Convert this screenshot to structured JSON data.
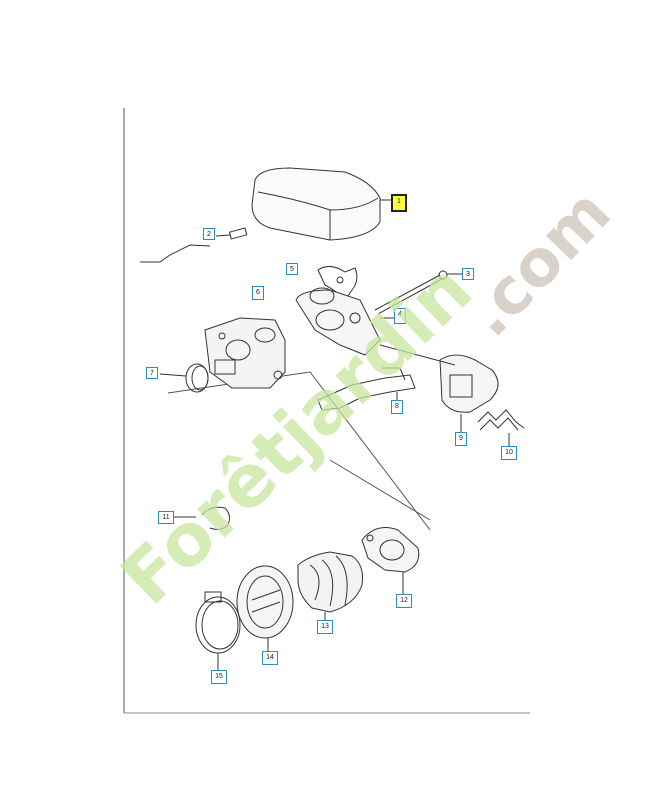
{
  "diagram": {
    "callouts": [
      {
        "id": "c1",
        "label": "1",
        "highlight": true
      },
      {
        "id": "c2",
        "label": "2"
      },
      {
        "id": "c3",
        "label": "3"
      },
      {
        "id": "c4",
        "label": "4"
      },
      {
        "id": "c5",
        "label": "5"
      },
      {
        "id": "c6",
        "label": "6"
      },
      {
        "id": "c7",
        "label": "7"
      },
      {
        "id": "c8",
        "label": "8"
      },
      {
        "id": "c9",
        "label": "9"
      },
      {
        "id": "c10",
        "label": "10"
      },
      {
        "id": "c11",
        "label": "11"
      },
      {
        "id": "c12",
        "label": "12"
      },
      {
        "id": "c13",
        "label": "13"
      },
      {
        "id": "c14",
        "label": "14"
      },
      {
        "id": "c15",
        "label": "15"
      }
    ]
  },
  "watermark": {
    "brand": "Forêtjardin",
    "domain": ".com",
    "colors": {
      "green": "#c8e6a0",
      "orange": "#f6c98a",
      "gray": "#cfc7bd"
    }
  },
  "colors": {
    "callout_border": "#2a8fbf",
    "highlight": "#ffff3a",
    "line": "#333333"
  }
}
